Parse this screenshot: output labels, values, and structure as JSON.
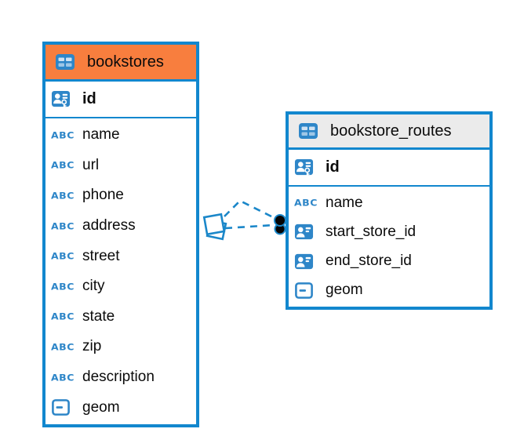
{
  "colors": {
    "canvas_bg": "#ffffff",
    "table_border": "#1287ce",
    "bookstores_header": "#f87e3e",
    "routes_header": "#ebebeb",
    "icon_blue": "#2e86c8",
    "connector_blue": "#1b87c9",
    "text": "#0b0b0b"
  },
  "icons": {
    "table_icon": "table-icon",
    "text_type_label": "ABC"
  },
  "tables": [
    {
      "name": "bookstores",
      "columns": [
        {
          "name": "id",
          "icon": "primary-key-icon"
        },
        {
          "name": "name",
          "icon": "text-type-icon"
        },
        {
          "name": "url",
          "icon": "text-type-icon"
        },
        {
          "name": "phone",
          "icon": "text-type-icon"
        },
        {
          "name": "address",
          "icon": "text-type-icon"
        },
        {
          "name": "street",
          "icon": "text-type-icon"
        },
        {
          "name": "city",
          "icon": "text-type-icon"
        },
        {
          "name": "state",
          "icon": "text-type-icon"
        },
        {
          "name": "zip",
          "icon": "text-type-icon"
        },
        {
          "name": "description",
          "icon": "text-type-icon"
        },
        {
          "name": "geom",
          "icon": "geometry-type-icon"
        }
      ]
    },
    {
      "name": "bookstore_routes",
      "columns": [
        {
          "name": "id",
          "icon": "primary-key-icon"
        },
        {
          "name": "name",
          "icon": "text-type-icon"
        },
        {
          "name": "start_store_id",
          "icon": "foreign-key-icon"
        },
        {
          "name": "end_store_id",
          "icon": "foreign-key-icon"
        },
        {
          "name": "geom",
          "icon": "geometry-type-icon"
        }
      ]
    }
  ],
  "relationship": {
    "from_table": "bookstores",
    "to_table": "bookstore_routes",
    "line_style": "dashed"
  }
}
